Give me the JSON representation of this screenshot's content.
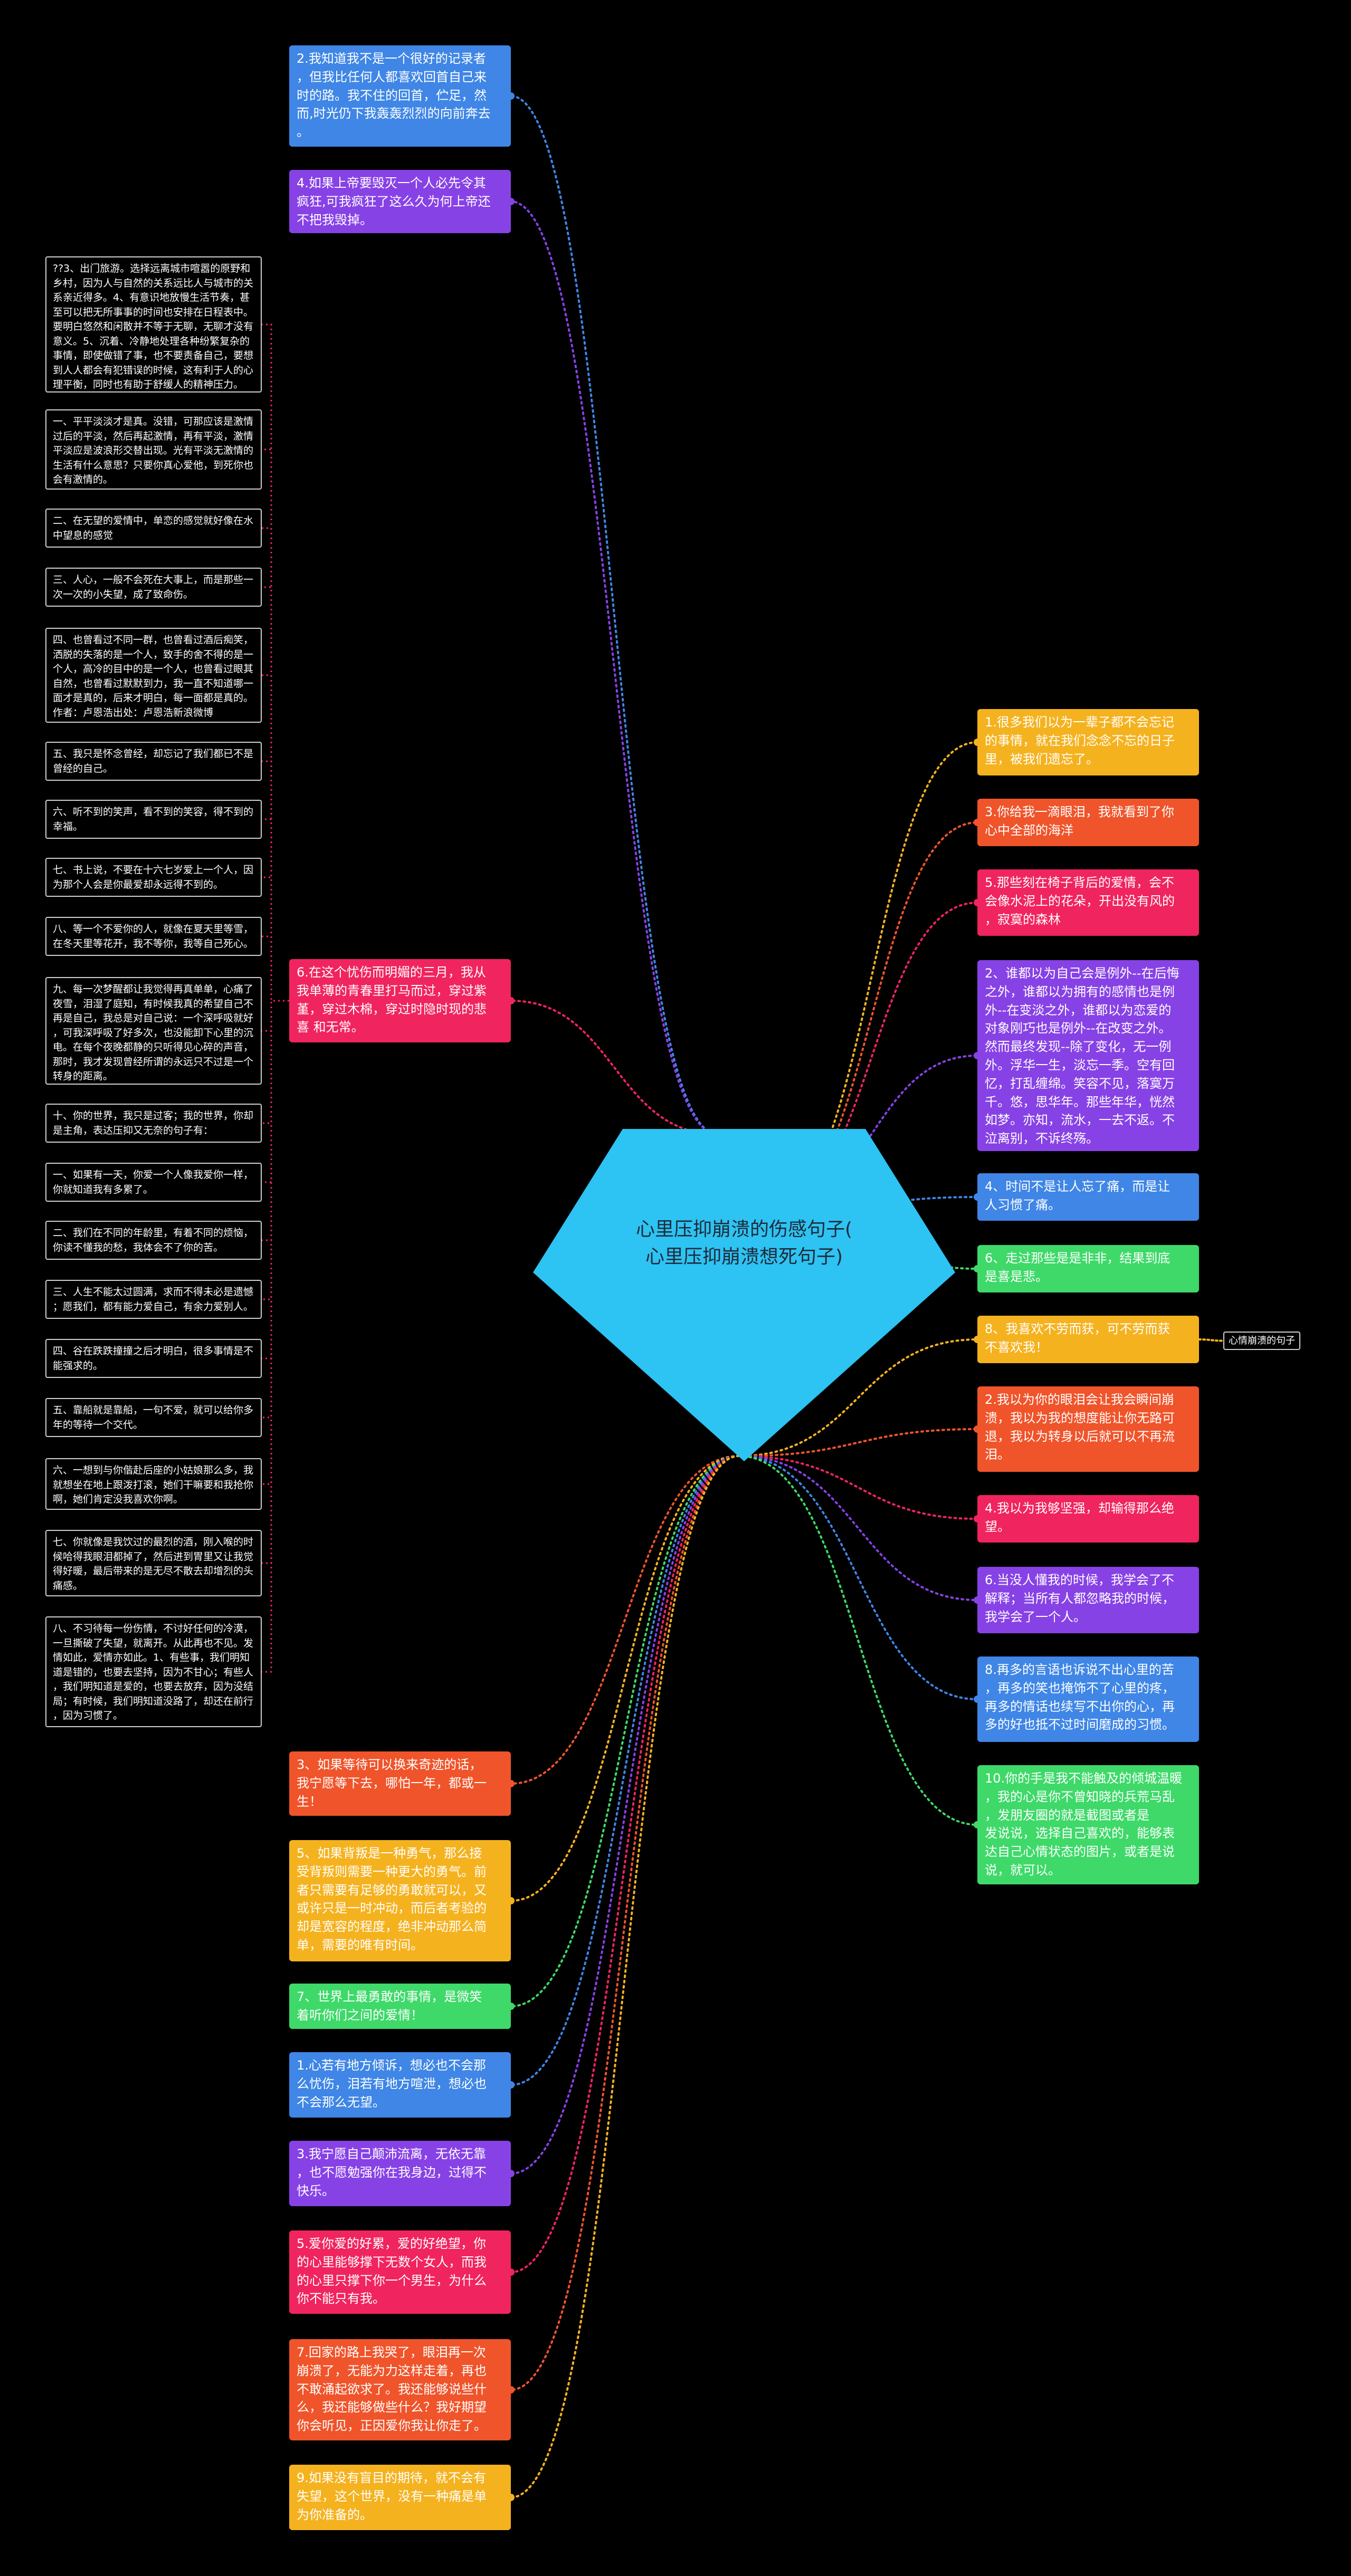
{
  "center": {
    "title": "心里压抑崩溃的伤感句子(\n心里压抑崩溃想死句子)",
    "color": "#2dc3f2"
  },
  "left_nodes": [
    {
      "id": "L1",
      "color": "#3f86e6",
      "text_color": "#ffffff",
      "text": "2.我知道我不是一个很好的记录者\n，但我比任何人都喜欢回首自己来\n时的路。我不住的回首，伫足，然\n而,时光仍下我轰轰烈烈的向前奔去\n。"
    },
    {
      "id": "L2",
      "color": "#8742e6",
      "text_color": "#ffffff",
      "text": "4.如果上帝要毁灭一个人必先令其\n疯狂,可我疯狂了这么久为何上帝还\n不把我毁掉。"
    },
    {
      "id": "L3",
      "color": "#f0245e",
      "text_color": "#ffffff",
      "text": "6.在这个忧伤而明媚的三月，我从\n我单薄的青春里打马而过，穿过紫\n堇，穿过木棉，穿过时隐时现的悲\n喜 和无常。"
    },
    {
      "id": "L4",
      "color": "#f0542a",
      "text_color": "#ffffff",
      "text": "3、如果等待可以换来奇迹的话，\n我宁愿等下去，哪怕一年，都或一\n生！"
    },
    {
      "id": "L5",
      "color": "#f5b21f",
      "text_color": "#ffffff",
      "text": "5、如果背叛是一种勇气，那么接\n受背叛则需要一种更大的勇气。前\n者只需要有足够的勇敢就可以，又\n或许只是一时冲动，而后者考验的\n却是宽容的程度，绝非冲动那么简\n单，需要的唯有时间。"
    },
    {
      "id": "L6",
      "color": "#3ed969",
      "text_color": "#ffffff",
      "text": "7、世界上最勇敢的事情，是微笑\n着听你们之间的爱情！"
    },
    {
      "id": "L7",
      "color": "#3f86e6",
      "text_color": "#ffffff",
      "text": "1.心若有地方倾诉，想必也不会那\n么忧伤，泪若有地方喧泄，想必也\n不会那么无望。"
    },
    {
      "id": "L8",
      "color": "#8742e6",
      "text_color": "#ffffff",
      "text": "3.我宁愿自己颠沛流离，无依无靠\n，也不愿勉强你在我身边，过得不\n快乐。"
    },
    {
      "id": "L9",
      "color": "#f0245e",
      "text_color": "#ffffff",
      "text": "5.爱你爱的好累，爱的好绝望，你\n的心里能够撑下无数个女人，而我\n的心里只撑下你一个男生，为什么\n你不能只有我。"
    },
    {
      "id": "L10",
      "color": "#f0542a",
      "text_color": "#ffffff",
      "text": "7.回家的路上我哭了，眼泪再一次\n崩溃了，无能为力这样走着，再也\n不敢涌起欲求了。我还能够说些什\n么，我还能够做些什么？我好期望\n你会听见，正因爱你我让你走了。"
    },
    {
      "id": "L11",
      "color": "#f5b21f",
      "text_color": "#ffffff",
      "text": "9.如果没有盲目的期待，就不会有\n失望，这个世界，没有一种痛是单\n为你准备的。"
    }
  ],
  "notes": [
    {
      "id": "N1",
      "text": "??3、出门旅游。选择远离城市喧嚣的原野和\n乡村，因为人与自然的关系远比人与城市的关\n系亲近得多。4、有意识地放慢生活节奏，甚\n至可以把无所事事的时间也安排在日程表中。\n要明白悠然和闲散并不等于无聊，无聊才没有\n意义。5、沉着、冷静地处理各种纷繁复杂的\n事情，即使做错了事，也不要责备自己，要想\n到人人都会有犯错误的时候，这有利于人的心\n理平衡，同时也有助于舒缓人的精神压力。"
    },
    {
      "id": "N2",
      "text": "一、平平淡淡才是真。没错，可那应该是激情\n过后的平淡，然后再起激情，再有平淡，激情\n平淡应是波浪形交替出现。光有平淡无激情的\n生活有什么意思？只要你真心爱他，到死你也\n会有激情的。"
    },
    {
      "id": "N3",
      "text": "二、在无望的爱情中，单恋的感觉就好像在水\n中望息的感觉"
    },
    {
      "id": "N4",
      "text": "三、人心，一般不会死在大事上，而是那些一\n次一次的小失望，成了致命伤。"
    },
    {
      "id": "N5",
      "text": "四、也曾看过不同一群，也曾看过酒后痴笑，\n洒脱的失落的是一个人，致手的舍不得的是一\n个人，高冷的目中的是一个人，也曾看过眼其\n自然，也曾看过默默到力，我一直不知道哪一\n面才是真的，后来才明白，每一面都是真的。\n作者：卢恩浩出处：卢恩浩新浪微博"
    },
    {
      "id": "N6",
      "text": "五、我只是怀念曾经，却忘记了我们都已不是\n曾经的自己。"
    },
    {
      "id": "N7",
      "text": "六、听不到的笑声，看不到的笑容，得不到的\n幸福。"
    },
    {
      "id": "N8",
      "text": "七、书上说，不要在十六七岁爱上一个人，因\n为那个人会是你最爱却永远得不到的。"
    },
    {
      "id": "N9",
      "text": "八、等一个不爱你的人，就像在夏天里等雪，\n在冬天里等花开，我不等你，我等自己死心。"
    },
    {
      "id": "N10",
      "text": "九、每一次梦醒都让我觉得再真单单，心痛了\n夜雪，泪湿了庭知，有时候我真的希望自己不\n再是自己，我总是对自己说：一个深呼吸就好\n，可我深呼吸了好多次，也没能卸下心里的沉\n电。在每个夜晚都静的只听得见心碎的声音，\n那时，我才发现曾经所谓的永远只不过是一个\n转身的距离。"
    },
    {
      "id": "N11",
      "text": "十、你的世界，我只是过客；我的世界，你却\n是主角，表达压抑又无奈的句子有："
    },
    {
      "id": "N12",
      "text": "一、如果有一天，你爱一个人像我爱你一样，\n你就知道我有多累了。"
    },
    {
      "id": "N13",
      "text": "二、我们在不同的年龄里，有着不同的烦恼，\n你读不懂我的愁，我体会不了你的苦。"
    },
    {
      "id": "N14",
      "text": "三、人生不能太过圆满，求而不得未必是遗憾\n；愿我们，都有能力爱自己，有余力爱别人。"
    },
    {
      "id": "N15",
      "text": "四、谷在跌跌撞撞之后才明白，很多事情是不\n能强求的。"
    },
    {
      "id": "N16",
      "text": "五、靠船就是靠船，一句不爱，就可以给你多\n年的等待一个交代。"
    },
    {
      "id": "N17",
      "text": "六、一想到与你偕赴后座的小姑娘那么多，我\n就想坐在地上跟泼打滚，她们干嘛要和我抢你\n啊，她们肯定没我喜欢你啊。"
    },
    {
      "id": "N18",
      "text": "七、你就像是我饮过的最烈的酒，刚入喉的时\n候哈得我眼泪都掉了，然后进到胃里又让我觉\n得好暖，最后带来的是无尽不散去却增烈的头\n痛感。"
    },
    {
      "id": "N19",
      "text": "八、不习待每一份伤情，不讨好任何的冷漠，\n一旦撕破了失望，就离开。从此再也不见。发\n情如此，爱情亦如此。1、有些事，我们明知\n道是错的，也要去坚持，因为不甘心；有些人\n，我们明知道是爱的，也要去放弃，因为没结\n局；有时候，我们明知道没路了，却还在前行\n，因为习惯了。"
    }
  ],
  "right_nodes": [
    {
      "id": "R1",
      "color": "#f5b21f",
      "text_color": "#ffffff",
      "text": "1.很多我们以为一辈子都不会忘记\n的事情，就在我们念念不忘的日子\n里，被我们遗忘了。"
    },
    {
      "id": "R2",
      "color": "#f0542a",
      "text_color": "#ffffff",
      "text": "3.你给我一滴眼泪，我就看到了你\n心中全部的海洋"
    },
    {
      "id": "R3",
      "color": "#f0245e",
      "text_color": "#ffffff",
      "text": "5.那些刻在椅子背后的爱情，会不\n会像水泥上的花朵，开出没有风的\n，寂寞的森林"
    },
    {
      "id": "R4",
      "color": "#8742e6",
      "text_color": "#ffffff",
      "text": "2、谁都以为自己会是例外--在后悔\n之外，谁都以为拥有的感情也是例\n外--在变淡之外，谁都以为恋爱的\n对象刚巧也是例外--在改变之外。\n然而最终发现--除了变化，无一例\n外。浮华一生，淡忘一季。空有回\n忆，打乱缠绵。笑容不见，落寞万\n千。悠，思华年。那些年华，恍然\n如梦。亦知，流水，一去不返。不\n泣离别，不诉终殇。"
    },
    {
      "id": "R5",
      "color": "#3f86e6",
      "text_color": "#ffffff",
      "text": "4、时间不是让人忘了痛，而是让\n人习惯了痛。"
    },
    {
      "id": "R6",
      "color": "#3ed969",
      "text_color": "#ffffff",
      "text": "6、走过那些是是非非，结果到底\n是喜是悲。"
    },
    {
      "id": "R7",
      "color": "#f5b21f",
      "text_color": "#ffffff",
      "text": "8、我喜欢不劳而获，可不劳而获\n不喜欢我！"
    },
    {
      "id": "R8",
      "color": "#f0542a",
      "text_color": "#ffffff",
      "text": "2.我以为你的眼泪会让我会瞬间崩\n溃，我以为我的想度能让你无路可\n退，我以为转身以后就可以不再流\n泪。"
    },
    {
      "id": "R9",
      "color": "#f0245e",
      "text_color": "#ffffff",
      "text": "4.我以为我够坚强，却输得那么绝\n望。"
    },
    {
      "id": "R10",
      "color": "#8742e6",
      "text_color": "#ffffff",
      "text": "6.当没人懂我的时候，我学会了不\n解释；当所有人都忽略我的时候，\n我学会了一个人。"
    },
    {
      "id": "R11",
      "color": "#3f86e6",
      "text_color": "#ffffff",
      "text": "8.再多的言语也诉说不出心里的苦\n，再多的笑也掩饰不了心里的疼，\n再多的情话也续写不出你的心，再\n多的好也抵不过时间磨成的习惯。"
    },
    {
      "id": "R12",
      "color": "#3ed969",
      "text_color": "#ffffff",
      "text": "10.你的手是我不能触及的倾城温暖\n，我的心是你不曾知晓的兵荒马乱\n，发朋友圈的就是截图或者是\n发说说，选择自己喜欢的，能够表\n达自己心情状态的图片，或者是说\n说，就可以。"
    }
  ],
  "tag": {
    "text": "心情崩溃的句子"
  }
}
